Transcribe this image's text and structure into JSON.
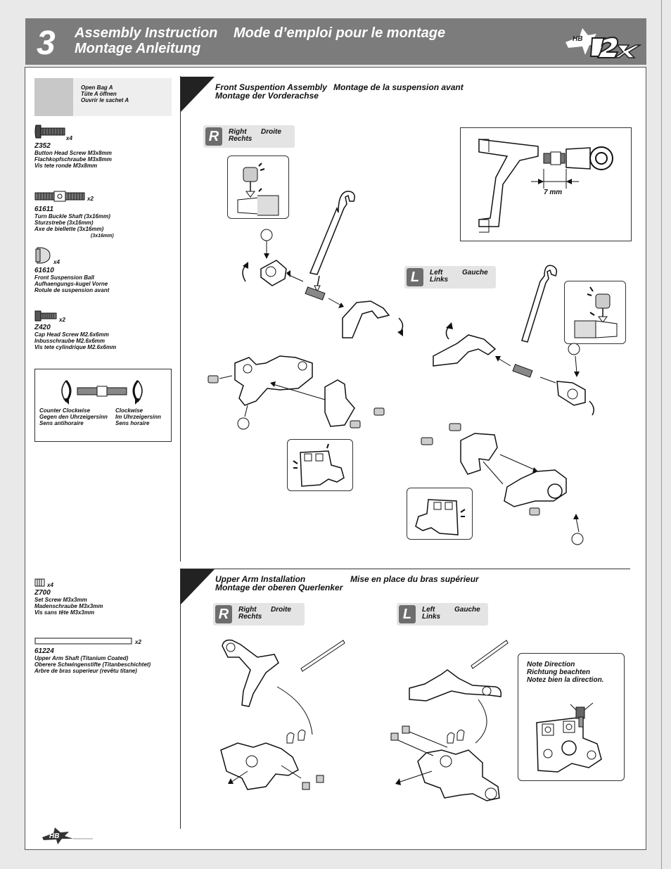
{
  "header": {
    "step": "3",
    "title_en": "Assembly Instruction",
    "title_fr": "Mode d’emploi pour le montage",
    "title_de": "Montage Anleitung",
    "logo_icon": "hb-12x-logo-icon"
  },
  "bag": {
    "line1": "Open Bag A",
    "line2": "Tüte A öffnen",
    "line3": "Ouvrir le sachet A"
  },
  "parts": [
    {
      "code": "Z352",
      "qty": "x4",
      "en": "Button Head Screw M3x8mm",
      "de": "Flachkopfschraube M3x8mm",
      "fr": "Vis tete ronde M3x8mm",
      "note": ""
    },
    {
      "code": "61611",
      "qty": "x2",
      "en": "Turn Buckle Shaft (3x16mm)",
      "de": "Sturzstrebe (3x16mm)",
      "fr": "Axe de biellette (3x16mm)",
      "note": "(3x16mm)"
    },
    {
      "code": "61610",
      "qty": "x4",
      "en": "Front Suspension Ball",
      "de": "Aufhaengungs-kugel Vorne",
      "fr": "Rotule de suspension avant",
      "note": ""
    },
    {
      "code": "Z420",
      "qty": "x2",
      "en": "Cap Head Screw M2.6x6mm",
      "de": "Inbusschraube M2.6x6mm",
      "fr": "Vis tete cylindrique M2.6x6mm",
      "note": ""
    },
    {
      "code": "Z700",
      "qty": "x4",
      "en": "Set Screw M3x3mm",
      "de": "Madenschraube M3x3mm",
      "fr": "Vis sans tête M3x3mm",
      "note": ""
    },
    {
      "code": "61224",
      "qty": "x2",
      "en": "Upper Arm Shaft (Titanium Coated)",
      "de": "Oberere Schwingenstifte (Titanbeschichtet)",
      "fr": "Arbre de bras superieur (revêtu titane)",
      "note": ""
    }
  ],
  "rotation": {
    "ccw_en": "Counter Clockwise",
    "ccw_de": "Gegen den Uhrzeigersinn",
    "ccw_fr": "Sens antihoraire",
    "cw_en": "Clockwise",
    "cw_de": "Im Uhrzeigersinn",
    "cw_fr": "Sens horaire"
  },
  "front_suspension": {
    "title_en": "Front Suspention Assembly",
    "title_fr": "Montage de la suspension avant",
    "title_de": "Montage der Vorderachse",
    "right_letter": "R",
    "right_en": "Right",
    "right_fr": "Droite",
    "right_de": "Rechts",
    "left_letter": "L",
    "left_en": "Left",
    "left_fr": "Gauche",
    "left_de": "Links",
    "dimension": "7 mm"
  },
  "upper_arm": {
    "title_en": "Upper Arm Installation",
    "title_fr": "Mise en place du bras supérieur",
    "title_de": "Montage der oberen Querlenker",
    "right_letter": "R",
    "right_en": "Right",
    "right_fr": "Droite",
    "right_de": "Rechts",
    "left_letter": "L",
    "left_en": "Left",
    "left_fr": "Gauche",
    "left_de": "Links",
    "note_en": "Note Direction",
    "note_de": "Richtung beachten",
    "note_fr": "Notez bien la direction."
  },
  "footer": {
    "logo_icon": "hb-racing-logo-icon"
  },
  "colors": {
    "header_bg": "#7c7c7c",
    "badge_bg": "#e4e4e4",
    "badge_letter_bg": "#6d6d6d",
    "bag_gray": "#c8c8c8"
  }
}
